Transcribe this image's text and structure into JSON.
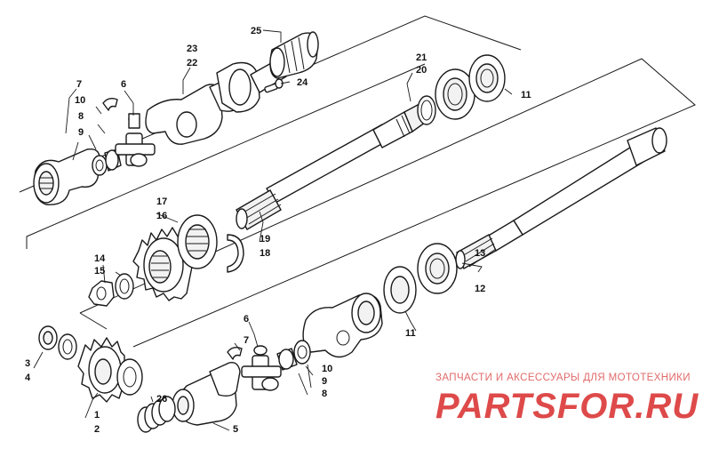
{
  "callouts": {
    "c1": "1",
    "c2": "2",
    "c3": "3",
    "c4": "4",
    "c5": "5",
    "c6a": "6",
    "c6b": "6",
    "c7a": "7",
    "c7b": "7",
    "c8a": "8",
    "c8b": "8",
    "c9a": "9",
    "c9b": "9",
    "c10a": "10",
    "c10b": "10",
    "c11a": "11",
    "c11b": "11",
    "c12": "12",
    "c13": "13",
    "c14": "14",
    "c15": "15",
    "c16": "16",
    "c17": "17",
    "c18": "18",
    "c19": "19",
    "c20": "20",
    "c21": "21",
    "c22": "22",
    "c23": "23",
    "c24": "24",
    "c25": "25",
    "c26": "26"
  },
  "watermark": {
    "subtitle": "ЗАПЧАСТИ И АКСЕССУАРЫ ДЛЯ МОТОТЕХНИКИ",
    "brand": "PARTSFOR.RU"
  },
  "colors": {
    "watermark": "#de4a4a",
    "lines": "#1a1a1a"
  }
}
